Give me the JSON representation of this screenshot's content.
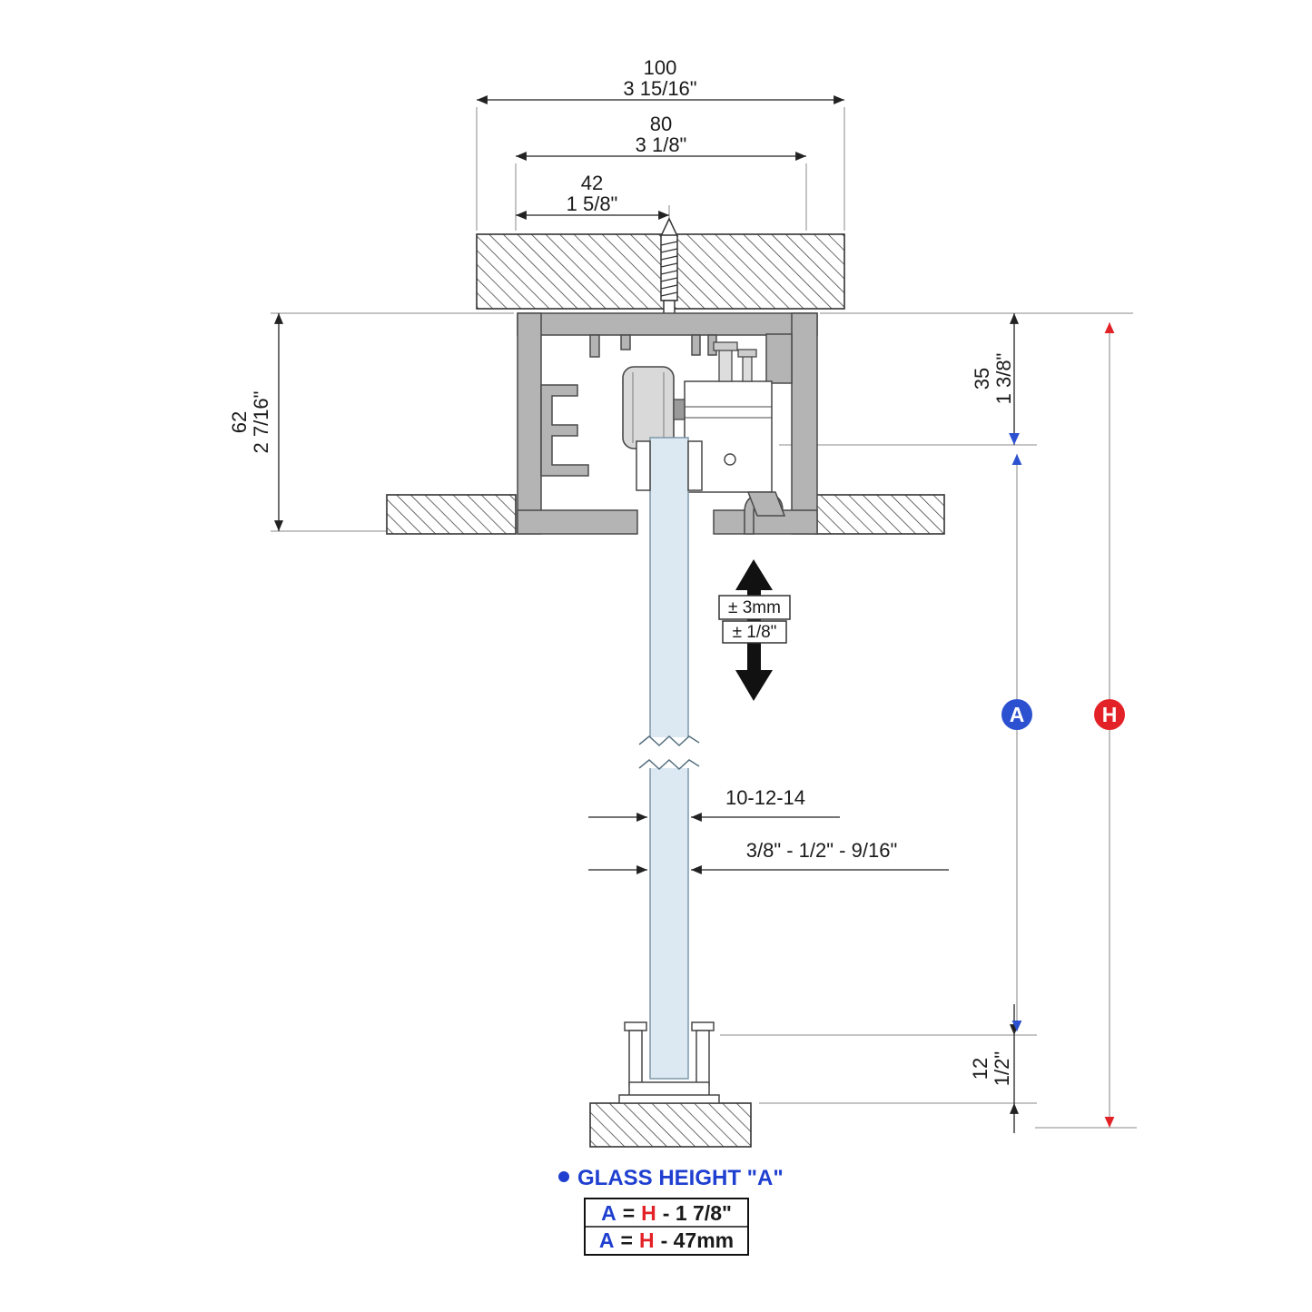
{
  "dims": {
    "w100": {
      "mm": "100",
      "in": "3 15/16\""
    },
    "w80": {
      "mm": "80",
      "in": "3 1/8\""
    },
    "w42": {
      "mm": "42",
      "in": "1 5/8\""
    },
    "h62": {
      "mm": "62",
      "in": "2 7/16\""
    },
    "h35": {
      "mm": "35",
      "in": "1 3/8\""
    },
    "h12": {
      "mm": "12",
      "in": "1/2\""
    },
    "glass_thickness_mm": "10-12-14",
    "glass_thickness_in": "3/8\" - 1/2\" - 9/16\"",
    "adjustment_mm": "± 3mm",
    "adjustment_in": "± 1/8\""
  },
  "refs": {
    "a": "A",
    "h": "H"
  },
  "legend": {
    "title": "GLASS HEIGHT \"A\"",
    "f1": {
      "a": "A",
      "eq": "=",
      "h": "H",
      "rest": "- 1 7/8\""
    },
    "f2": {
      "a": "A",
      "eq": "=",
      "h": "H",
      "rest": "- 47mm"
    }
  },
  "colors": {
    "accent_blue": "#2b50d0",
    "accent_red": "#e32227",
    "glass": "#dce9f3",
    "profile": "#b4b4b4"
  }
}
